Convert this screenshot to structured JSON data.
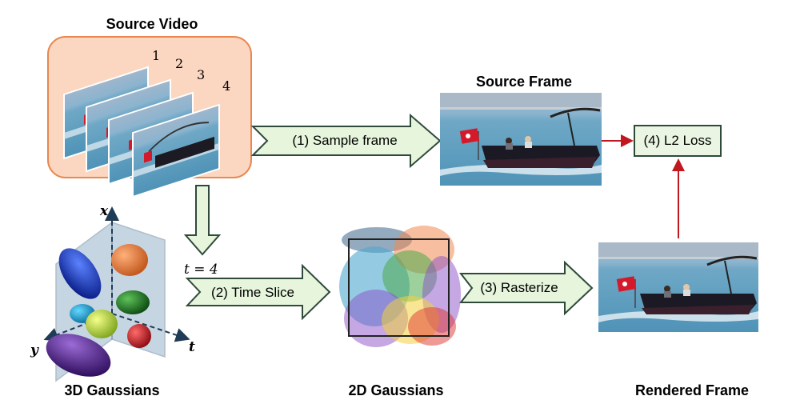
{
  "titles": {
    "source_video": "Source Video",
    "source_frame": "Source Frame",
    "gaussians_3d": "3D Gaussians",
    "gaussians_2d": "2D Gaussians",
    "rendered_frame": "Rendered Frame"
  },
  "frame_numbers": [
    "1",
    "2",
    "3",
    "4"
  ],
  "steps": {
    "sample": "(1) Sample frame",
    "time_slice": "(2) Time Slice",
    "rasterize": "(3) Rasterize",
    "loss": "(4) L2 Loss"
  },
  "time_label": "t = 4",
  "axes": {
    "x": "x",
    "y": "y",
    "t": "t"
  },
  "colors": {
    "arrow_fill": "#e6f5dc",
    "arrow_stroke": "#2f4a3a",
    "video_box": "#fbd6c0",
    "video_border": "#e9874f",
    "loss_arrow": "#c0181e",
    "slice_plane": "#7fa3bf"
  }
}
